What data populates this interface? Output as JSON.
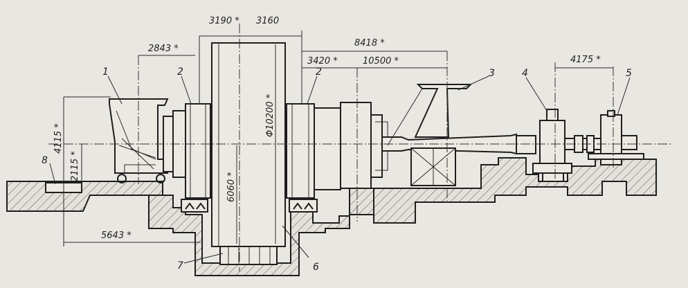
{
  "dimensions": {
    "d2843": "2843 *",
    "d3190": "3190 *",
    "d3160": "3160",
    "d8418": "8418 *",
    "d3420": "3420 *",
    "d10500": "10500 *",
    "d4175": "4175 *",
    "d4115": "4115 *",
    "d2115": "2115 *",
    "d6060": "6060 *",
    "d10200": "Φ10200 *",
    "d5643": "5643 *"
  },
  "callouts": {
    "c1": "1",
    "c2a": "2",
    "c2b": "2",
    "c3": "3",
    "c4": "4",
    "c5": "5",
    "c6": "6",
    "c7": "7",
    "c8": "8"
  }
}
